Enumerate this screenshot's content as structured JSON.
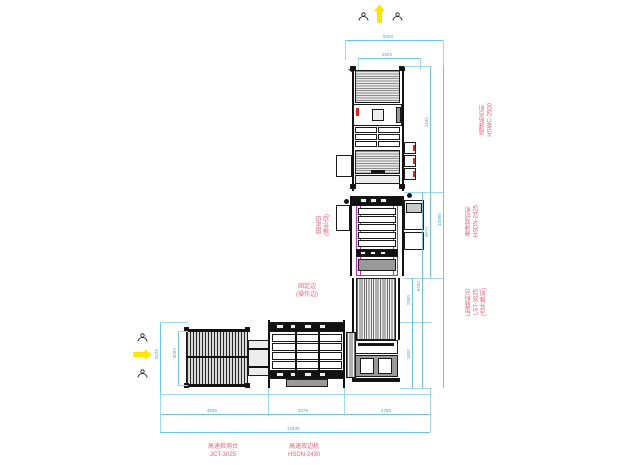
{
  "drawing": {
    "title": "L-Type Production Line Layout",
    "colors": {
      "dimension": "#2aa8d8",
      "label": "#e8607a",
      "accent_arrow": "#ffe800",
      "highlight": "#c026c0"
    }
  },
  "flow_icons": {
    "top": {
      "left_operator": "operator-icon",
      "arrow": "arrow-up-icon",
      "right_operator": "operator-icon"
    },
    "left": {
      "top_operator": "operator-icon",
      "arrow": "arrow-right-icon",
      "bottom_operator": "operator-icon"
    }
  },
  "equipment_labels": {
    "right": [
      {
        "name": "高速贴合机",
        "model": "HSWC-2500"
      },
      {
        "name": "高速双切机",
        "model": "HSDN-2425"
      },
      {
        "name": "L型转料台",
        "model": "LST-3025",
        "note": "(含升降机)"
      }
    ],
    "bottom": [
      {
        "name": "高速检测台",
        "model": "JCT-3025"
      },
      {
        "name": "高速双边机",
        "model": "HSDN-2430"
      }
    ],
    "inline": [
      {
        "text": "固定边",
        "sub": "(操作边)"
      },
      {
        "text": "固定边",
        "sub": "(操作边)"
      }
    ]
  },
  "dimensions": {
    "top": [
      {
        "value": "5000"
      },
      {
        "value": "2500"
      }
    ],
    "right_chain": [
      {
        "value": "2190"
      },
      {
        "value": "4870"
      },
      {
        "value": "2900"
      },
      {
        "value": "1800"
      }
    ],
    "right_totals": [
      {
        "value": "10950"
      },
      {
        "value": "8200"
      }
    ],
    "bottom_chain": [
      {
        "value": "4500"
      },
      {
        "value": "4076"
      },
      {
        "value": "2765"
      }
    ],
    "bottom_total": {
      "value": "12640"
    },
    "left": [
      {
        "value": "3000"
      },
      {
        "value": "3425"
      }
    ]
  }
}
